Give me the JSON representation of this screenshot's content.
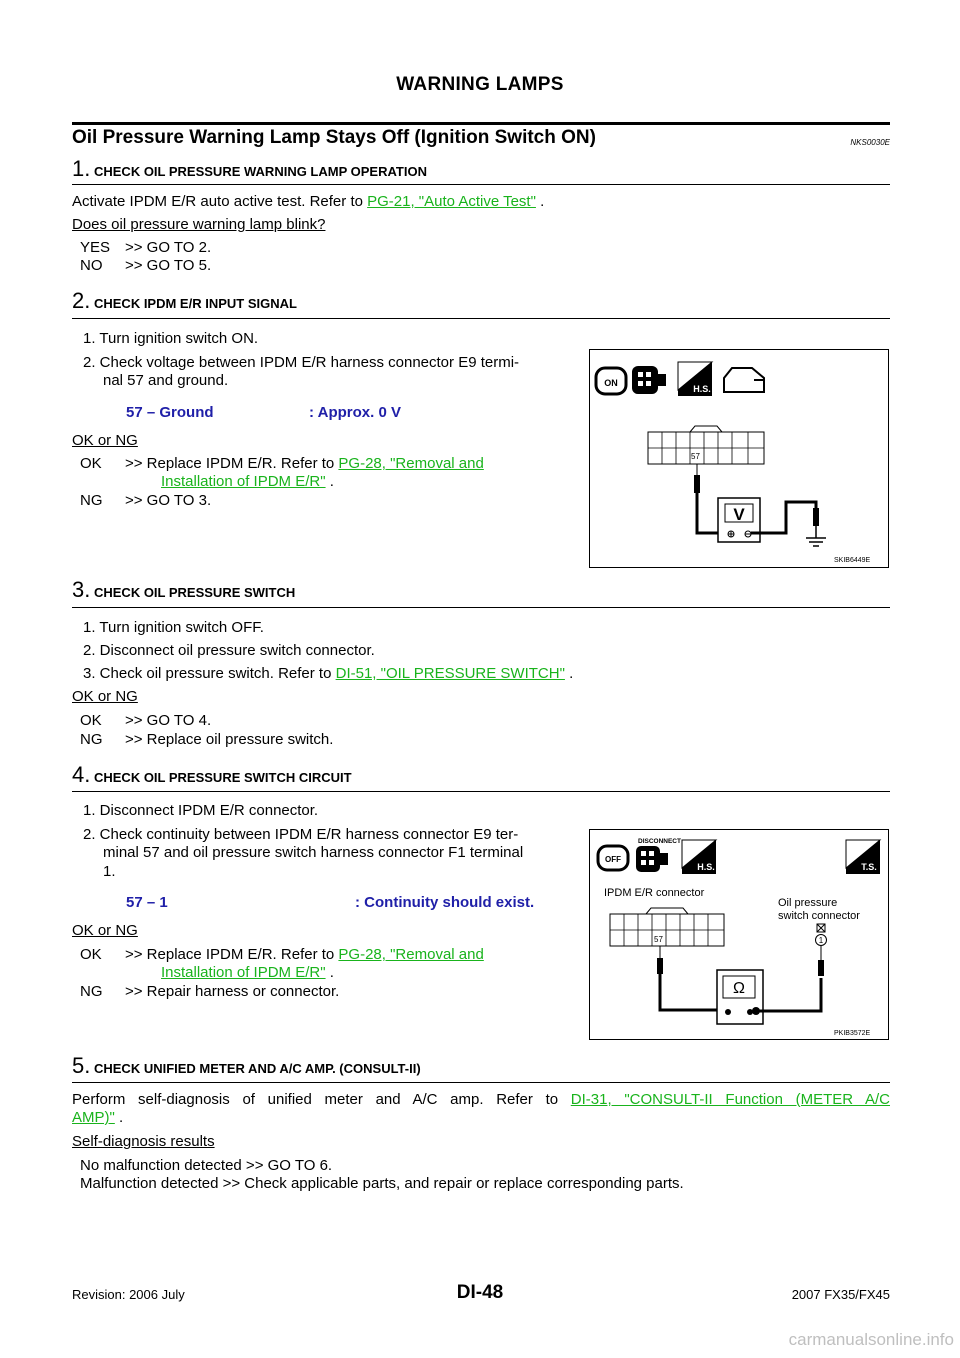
{
  "header": {
    "title": "WARNING LAMPS"
  },
  "section": {
    "title": "Oil Pressure Warning Lamp Stays Off (Ignition Switch ON)",
    "code": "NKS0030E"
  },
  "step1": {
    "num": "1.",
    "title": "CHECK OIL PRESSURE WARNING LAMP OPERATION",
    "text_a": "Activate IPDM E/R auto active test. Refer to ",
    "link": "PG-21, \"Auto Active Test\"",
    "text_b": " .",
    "question": "Does oil pressure warning lamp blink?",
    "yes_label": "YES",
    "yes_action": ">> GO TO 2.",
    "no_label": "NO",
    "no_action": ">> GO TO 5."
  },
  "step2": {
    "num": "2.",
    "title": "CHECK IPDM E/R INPUT SIGNAL",
    "item1": "1.  Turn ignition switch ON.",
    "item2_a": "2.  Check voltage between IPDM E/R harness connector E9 termi-",
    "item2_b": "nal 57 and ground.",
    "spec_left": "57 – Ground",
    "spec_right": ": Approx. 0 V",
    "question": "OK or NG",
    "ok_label": "OK",
    "ok_text_a": ">> Replace IPDM E/R. Refer to ",
    "ok_link_a": "PG-28, \"Removal and",
    "ok_link_b": "Installation of IPDM E/R\"",
    "ok_text_b": " .",
    "ng_label": "NG",
    "ng_action": ">> GO TO 3.",
    "figure": {
      "code": "SKIB6449E",
      "terminal": "57",
      "meter": "V",
      "icon_on": "ON",
      "icon_hs": "H.S."
    }
  },
  "step3": {
    "num": "3.",
    "title": "CHECK OIL PRESSURE SWITCH",
    "item1": "1.  Turn ignition switch OFF.",
    "item2": "2.  Disconnect oil pressure switch connector.",
    "item3_a": "3.  Check oil pressure switch. Refer to ",
    "link": "DI-51, \"OIL PRESSURE SWITCH\"",
    "item3_b": " .",
    "question": "OK or NG",
    "ok_label": "OK",
    "ok_action": ">> GO TO 4.",
    "ng_label": "NG",
    "ng_action": ">> Replace oil pressure switch."
  },
  "step4": {
    "num": "4.",
    "title": "CHECK OIL PRESSURE SWITCH CIRCUIT",
    "item1": "1.  Disconnect IPDM E/R connector.",
    "item2_a": "2.  Check continuity between IPDM E/R harness connector E9 ter-",
    "item2_b": "minal 57 and oil pressure switch harness connector F1 terminal",
    "item2_c": "1.",
    "spec_left": "57 – 1",
    "spec_right": ": Continuity should exist.",
    "question": "OK or NG",
    "ok_label": "OK",
    "ok_text_a": ">> Replace IPDM E/R. Refer to ",
    "ok_link_a": "PG-28, \"Removal and",
    "ok_link_b": "Installation of IPDM E/R\"",
    "ok_text_b": " .",
    "ng_label": "NG",
    "ng_action": ">> Repair harness or connector.",
    "figure": {
      "code": "PKIB3572E",
      "disconnect": "DISCONNECT",
      "icon_off": "OFF",
      "icon_hs": "H.S.",
      "icon_ts": "T.S.",
      "conn1": "IPDM E/R connector",
      "conn2a": "Oil pressure",
      "conn2b": "switch connector",
      "terminal": "57",
      "terminal2": "1",
      "meter": "Ω"
    }
  },
  "step5": {
    "num": "5.",
    "title": "CHECK UNIFIED METER AND A/C AMP. (CONSULT-II)",
    "text_a": "Perform self-diagnosis of unified meter and A/C amp. Refer to ",
    "link_a": "DI-31, \"CONSULT-II Function (METER A/C",
    "link_b": "AMP)\"",
    "text_b": " .",
    "question": "Self-diagnosis results",
    "result1": "No malfunction detected >> GO TO 6.",
    "result2": "Malfunction detected >> Check applicable parts, and repair or replace corresponding parts."
  },
  "footer": {
    "revision": "Revision: 2006 July",
    "page": "DI-48",
    "model": "2007 FX35/FX45",
    "watermark": "carmanualsonline.info"
  }
}
